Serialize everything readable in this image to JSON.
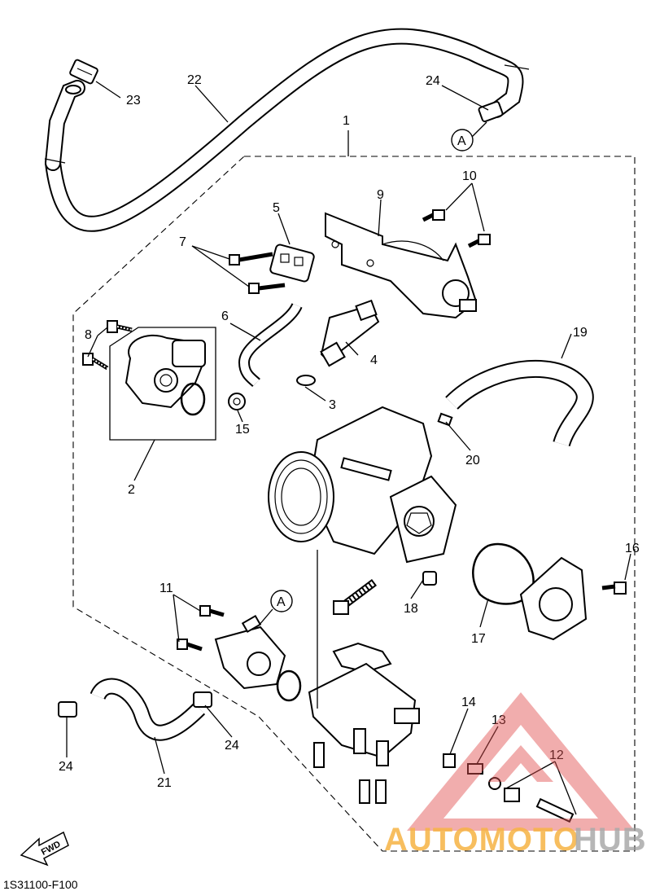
{
  "diagram": {
    "drawing_code": "1S31100-F100",
    "callouts": [
      "1",
      "2",
      "3",
      "4",
      "5",
      "6",
      "7",
      "8",
      "9",
      "10",
      "11",
      "12",
      "13",
      "14",
      "15",
      "16",
      "17",
      "18",
      "19",
      "20",
      "21",
      "22",
      "23",
      "24",
      "24",
      "24",
      "A",
      "A"
    ],
    "fwd_label": "FWD"
  },
  "watermark": {
    "text_orange": "AUTOMOTO",
    "text_gray": "HUB",
    "colors": {
      "orange": "#f5a623",
      "gray": "#9a9a9a",
      "triangle_red": "#e05050"
    }
  }
}
